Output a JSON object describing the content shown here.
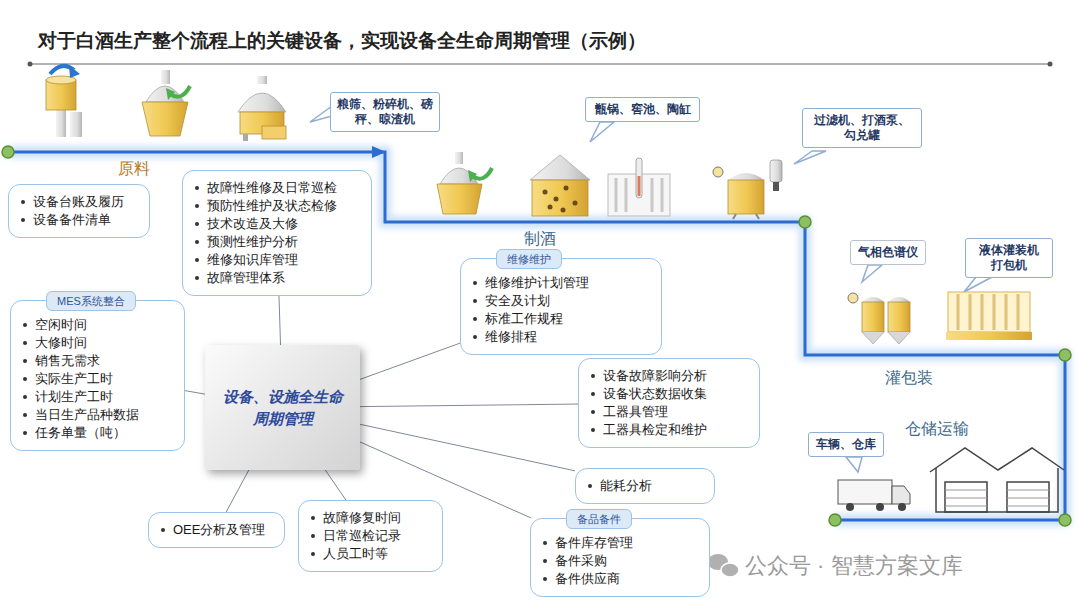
{
  "diagram": {
    "title": "对于白酒生产整个流程上的关键设备，实现设备全生命周期管理（示例）",
    "nodes": [
      {
        "text": [
          "粮筛、粉碎机、磅秤、晾渣机"
        ]
      },
      {
        "text": [
          "甑锅、窖池、陶缸"
        ]
      },
      {
        "text": [
          "过滤机、打酒泵、勾兑罐"
        ]
      },
      {
        "text": [
          "设备台账及履历",
          "设备备件清单"
        ]
      },
      {
        "text": [
          "故障性维修及日常巡检",
          "预防性维护及状态检修",
          "技术改造及大修",
          "预测性维护分析",
          "维修知识库管理",
          "故障管理体系"
        ]
      },
      {
        "text": [
          "维修维护",
          "维修维护计划管理",
          "安全及计划",
          "标准工作规程",
          "维修排程"
        ]
      },
      {
        "text": [
          "气相色谱仪"
        ]
      },
      {
        "text": [
          "液体灌装机 打包机"
        ]
      },
      {
        "text": [
          "MES系统整合",
          "空闲时间",
          "大修时间",
          "销售无需求",
          "实际生产工时",
          "计划生产工时",
          "当日生产品种数据",
          "任务单量（吨）"
        ]
      },
      {
        "text": [
          "设备、设施全生命周期管理"
        ]
      },
      {
        "text": [
          "设备故障影响分析",
          "设备状态数据收集",
          "工器具管理",
          "工器具检定和维护"
        ]
      },
      {
        "text": [
          "车辆、仓库"
        ]
      },
      {
        "text": [
          "能耗分析"
        ]
      },
      {
        "text": [
          "备品备件",
          "备件库存管理",
          "备件采购",
          "备件供应商"
        ]
      },
      {
        "text": [
          "OEE分析及管理"
        ]
      },
      {
        "text": [
          "故障修复时间",
          "日常巡检记录",
          "人员工时等"
        ]
      }
    ],
    "edges": [
      {
        "from": 9,
        "to": 4,
        "arrow": "none"
      },
      {
        "from": 9,
        "to": 8,
        "arrow": "none"
      },
      {
        "from": 9,
        "to": 5,
        "arrow": "none"
      },
      {
        "from": 9,
        "to": 10,
        "arrow": "none"
      },
      {
        "from": 9,
        "to": 12,
        "arrow": "none"
      },
      {
        "from": 9,
        "to": 13,
        "arrow": "none"
      },
      {
        "from": 9,
        "to": 14,
        "arrow": "none"
      },
      {
        "from": 9,
        "to": 15,
        "arrow": "none"
      }
    ],
    "labels": [
      "原料",
      "制酒",
      "灌包装",
      "仓储运输",
      "公众号 · 智慧方案文库"
    ]
  }
}
